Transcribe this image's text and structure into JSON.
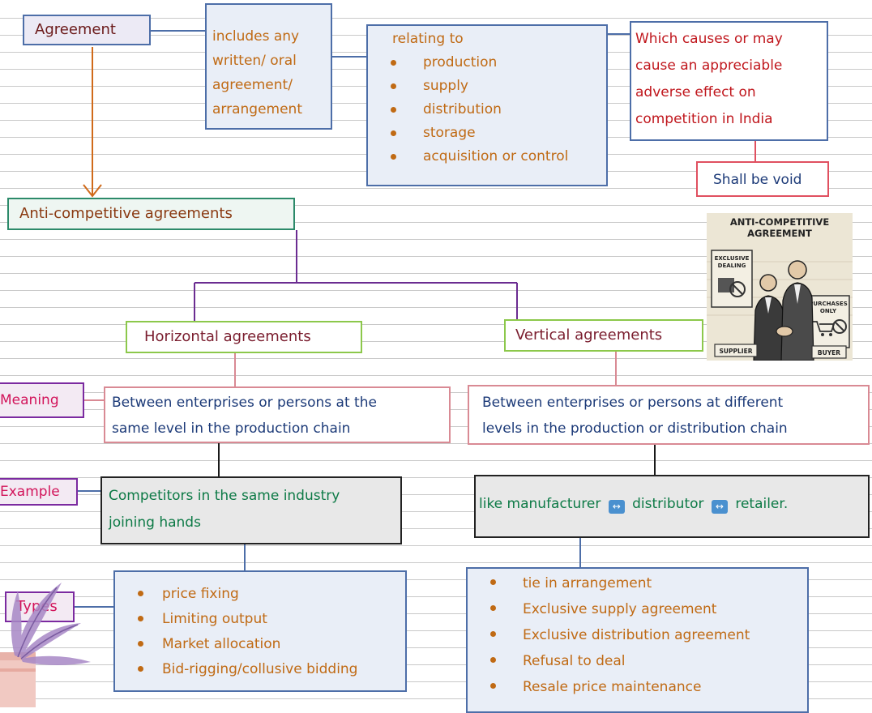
{
  "agreement": {
    "label": "Agreement",
    "includes": [
      "includes any",
      "written/ oral",
      "agreement/",
      "arrangement"
    ],
    "relating_heading": "relating to",
    "relating_items": [
      "production",
      "supply",
      "distribution",
      "storage",
      "acquisition or control"
    ],
    "effect": [
      "Which causes or may",
      "cause an appreciable",
      "adverse effect on",
      "competition in India"
    ],
    "void": "Shall be void"
  },
  "anti": {
    "title": "Anti-competitive agreements"
  },
  "illustration": {
    "title_line1": "ANTI-COMPETITIVE",
    "title_line2": "AGREEMENT",
    "sign_left": [
      "EXCLUSIVE",
      "DEALING"
    ],
    "sign_right": [
      "PURCHASES",
      "ONLY"
    ],
    "label_supplier": "SUPPLIER",
    "label_buyer": "BUYER"
  },
  "horizontal": {
    "title": "Horizontal agreements",
    "meaning": [
      "Between enterprises or persons at the",
      "same level in the production chain"
    ],
    "example": [
      "Competitors in the same industry",
      "joining hands"
    ],
    "types": [
      "price fixing",
      "Limiting output",
      "Market allocation",
      "Bid-rigging/collusive bidding"
    ]
  },
  "vertical": {
    "title": "Vertical agreements",
    "meaning": [
      "Between enterprises or persons at different",
      "levels in the production or distribution chain"
    ],
    "example_parts": [
      "like manufacturer",
      "distributor",
      "retailer."
    ],
    "types": [
      "tie in arrangement",
      "Exclusive supply agreement",
      "Exclusive distribution agreement",
      "Refusal to deal",
      "Resale price maintenance"
    ]
  },
  "side_labels": {
    "meaning": "Meaning",
    "example": "Example",
    "types": "Types"
  },
  "colors": {
    "orange_text": "#c06a14",
    "dark_red": "#c0171d",
    "navy": "#1c3a78",
    "green": "#0d7a46",
    "pink_text": "#d2145a",
    "maroon": "#7a1d2e",
    "purple": "#7b2aa0"
  }
}
